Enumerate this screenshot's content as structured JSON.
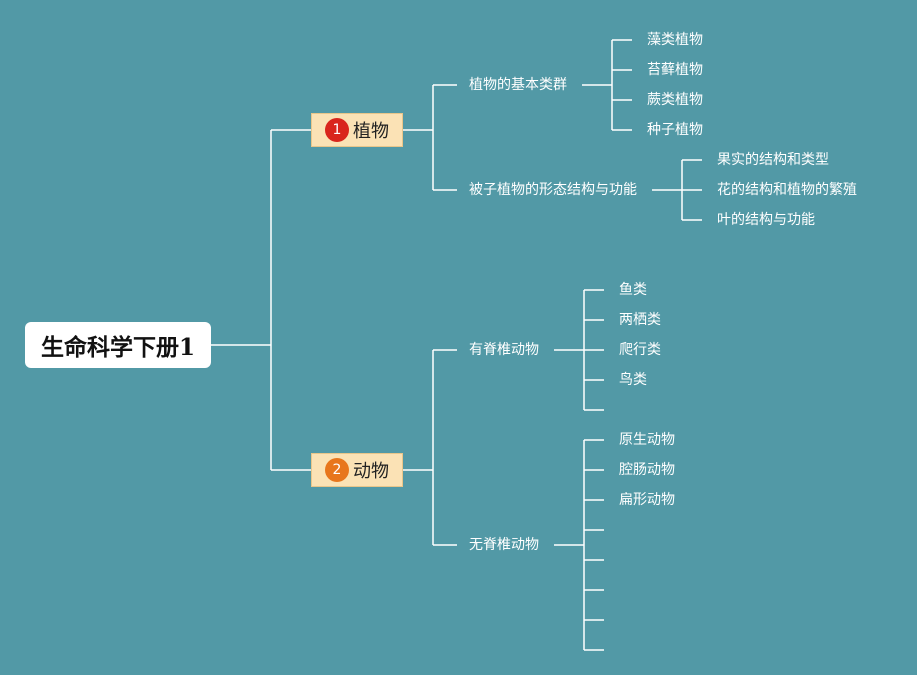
{
  "root": {
    "title": "生命科学下册1"
  },
  "branches": [
    {
      "number": "1",
      "label": "植物",
      "children": [
        {
          "label": "植物的基本类群",
          "items": [
            "藻类植物",
            "苔藓植物",
            "蕨类植物",
            "种子植物"
          ]
        },
        {
          "label": "被子植物的形态结构与功能",
          "items": [
            "果实的结构和类型",
            "花的结构和植物的繁殖",
            "叶的结构与功能"
          ]
        }
      ]
    },
    {
      "number": "2",
      "label": "动物",
      "children": [
        {
          "label": "有脊椎动物",
          "items": [
            "鱼类",
            "两栖类",
            "爬行类",
            "鸟类",
            ""
          ]
        },
        {
          "label": "无脊椎动物",
          "items": [
            "原生动物",
            "腔肠动物",
            "扁形动物",
            "",
            "",
            "",
            "",
            ""
          ]
        }
      ]
    }
  ],
  "colors": {
    "background": "#5299a6",
    "line": "#ffffff",
    "category_fill": "#fbe2b5",
    "badge_1": "#d9251c",
    "badge_2": "#e8761c"
  }
}
